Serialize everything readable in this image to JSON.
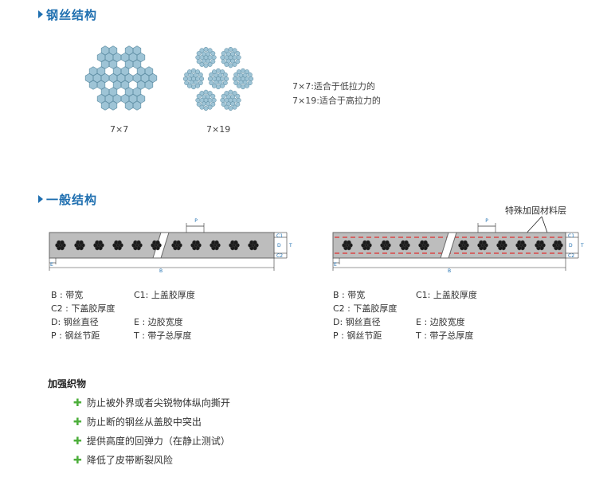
{
  "sections": {
    "rope_title": "钢丝结构",
    "general_title": "一般结构"
  },
  "rope": {
    "cap_7x7": "7×7",
    "cap_7x19": "7×19",
    "note_1": "7×7:适合于低拉力的",
    "note_2": "7×19:适合于高拉力的"
  },
  "diagram": {
    "special_label": "特殊加固材料层",
    "labels": {
      "p": "P",
      "b": "B",
      "e": "E",
      "c1": "C1",
      "d": "D",
      "c2": "C2",
      "t": "T"
    }
  },
  "legend": {
    "b": "B : 带宽",
    "c1": "C1: 上盖胶厚度",
    "c2": "C2 : 下盖胶厚度",
    "d": "D: 钢丝直径",
    "e": "E : 边胶宽度",
    "p": "P : 钢丝节距",
    "t": "T : 带子总厚度"
  },
  "fabric": {
    "title": "加强织物",
    "items": [
      "防止被外界或者尖锐物体纵向撕开",
      "防止断的钢丝从盖胶中突出",
      "提供高度的回弹力（在静止测试）",
      "降低了皮带断裂风险"
    ]
  },
  "colors": {
    "accent": "#1f6fb0",
    "strand": "#9ec4d6",
    "plus": "#4cae3b",
    "dash": "#e03030"
  }
}
